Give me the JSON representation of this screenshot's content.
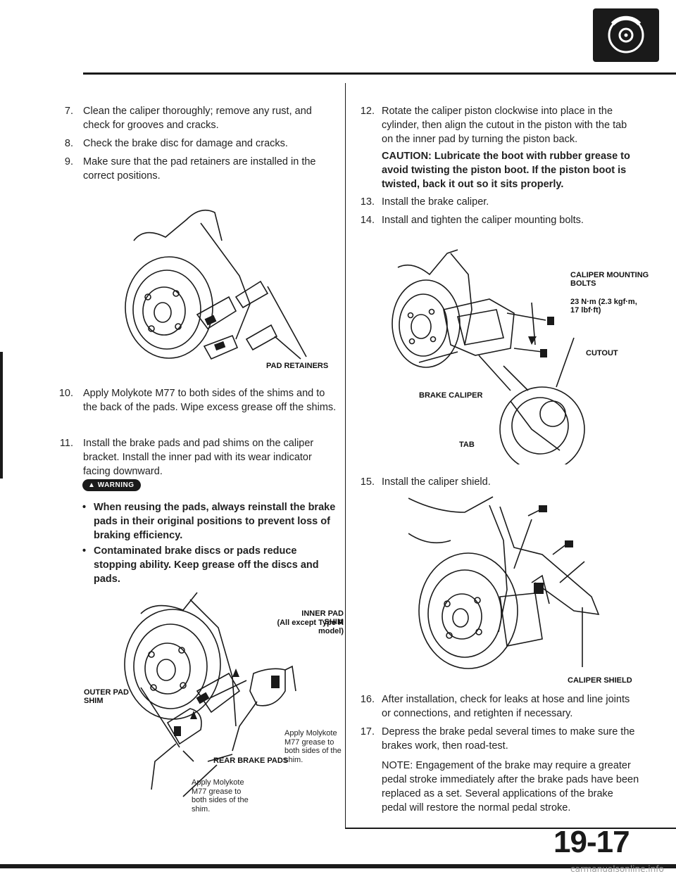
{
  "header": {
    "section_icon": "brake-disc-icon"
  },
  "left": {
    "steps": [
      {
        "num": "7.",
        "text": "Clean the caliper thoroughly; remove any rust, and check for grooves and cracks."
      },
      {
        "num": "8.",
        "text": "Check the brake disc for damage and cracks."
      },
      {
        "num": "9.",
        "text": "Make sure that the pad retainers are installed in the correct positions."
      },
      {
        "num": "10.",
        "text": "Apply Molykote M77 to both sides of the shims and to the back of the pads. Wipe excess grease off the shims."
      },
      {
        "num": "11.",
        "text": "Install the brake pads and pad shims on the caliper bracket. Install the inner pad with its wear indicator facing downward."
      }
    ],
    "fig1_label": "PAD RETAINERS",
    "warning_badge": "WARNING",
    "warnings": [
      "When reusing the pads, always reinstall the brake pads in their original positions to prevent loss of braking efficiency.",
      "Contaminated brake discs or pads reduce stopping ability. Keep grease off the discs and pads."
    ],
    "fig2_labels": {
      "inner_shim": "INNER PAD SHIM",
      "inner_shim_note": "(All except Type R model)",
      "outer_shim": "OUTER PAD SHIM",
      "rear_pads": "REAR BRAKE PADS",
      "apply_note_right": "Apply Molykote M77 grease to both sides of the shim.",
      "apply_note_bottom": "Apply Molykote M77 grease to both sides of the shim."
    }
  },
  "right": {
    "step12": {
      "num": "12.",
      "text": "Rotate the caliper piston clockwise into place in the cylinder, then align the cutout in the piston with the tab on the inner pad by turning the piston back."
    },
    "caution": "CAUTION: Lubricate the boot with rubber grease to avoid twisting the piston boot. If the piston boot is twisted, back it out so it sits properly.",
    "step13": {
      "num": "13.",
      "text": "Install the brake caliper."
    },
    "step14": {
      "num": "14.",
      "text": "Install and tighten the caliper mounting bolts."
    },
    "fig3_labels": {
      "bolts": "CALIPER MOUNTING BOLTS",
      "torque": "23 N·m (2.3 kgf·m, 17 lbf·ft)",
      "cutout": "CUTOUT",
      "caliper": "BRAKE CALIPER",
      "tab": "TAB"
    },
    "step15": {
      "num": "15.",
      "text": "Install the caliper shield."
    },
    "fig4_label": "CALIPER SHIELD",
    "step16": {
      "num": "16.",
      "text": "After installation, check for leaks at hose and line joints or connections, and retighten if necessary."
    },
    "step17": {
      "num": "17.",
      "text": "Depress the brake pedal several times to make sure the brakes work, then road-test."
    },
    "note": "NOTE: Engagement of the brake may require a greater pedal stroke immediately after the brake pads have been replaced as a set. Several applications of the brake pedal will restore the normal pedal stroke."
  },
  "footer": {
    "page_number": "19-17",
    "watermark": "carmanualsonline.info"
  }
}
